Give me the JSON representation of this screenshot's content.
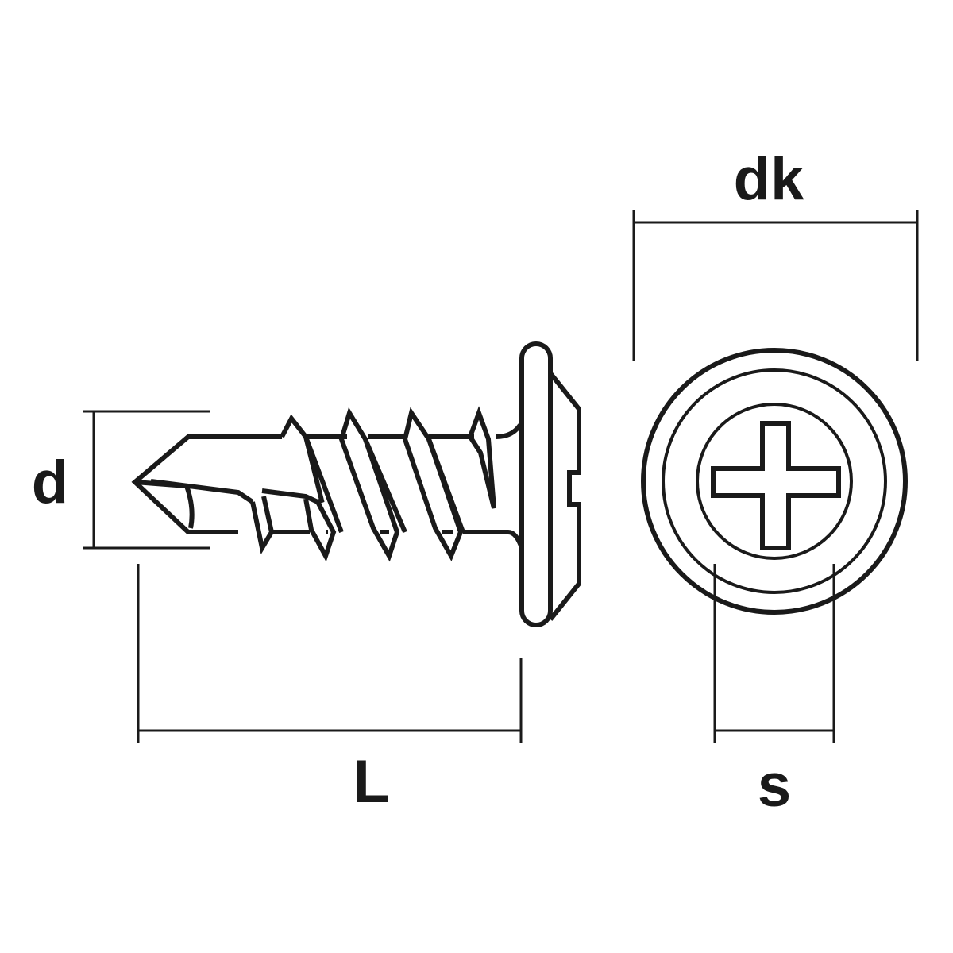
{
  "labels": {
    "diameter": "d",
    "length": "L",
    "head_diameter": "dk",
    "drive_size": "s"
  },
  "colors": {
    "stroke": "#1a1a1a",
    "background": "#ffffff"
  }
}
